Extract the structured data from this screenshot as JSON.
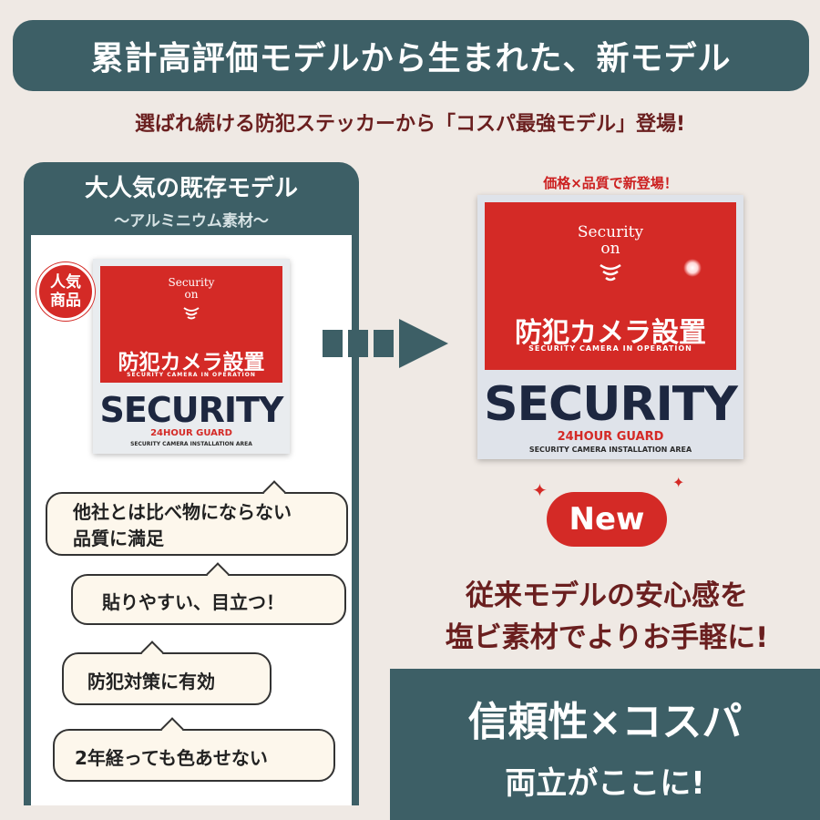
{
  "banner": {
    "title": "累計高評価モデルから生まれた、新モデル"
  },
  "subline": "選ばれ続ける防犯ステッカーから「コスパ最強モデル」登場!",
  "left_panel": {
    "title": "大人気の既存モデル",
    "subtitle": "～アルミニウム素材～",
    "badge": {
      "line1": "人気",
      "line2": "商品"
    }
  },
  "sticker": {
    "security_on_line1": "Security",
    "security_on_line2": "on",
    "jp_title": "防犯カメラ設置",
    "en_subtitle": "SECURITY CAMERA IN OPERATION",
    "big": "SECURITY",
    "guard": "24HOUR GUARD",
    "area": "SECURITY CAMERA INSTALLATION AREA"
  },
  "bubbles": [
    {
      "line1": "他社とは比べ物にならない",
      "line2": "品質に満足"
    },
    {
      "line1": "貼りやすい、目立つ！"
    },
    {
      "line1": "防犯対策に有効"
    },
    {
      "line1": "2年経っても色あせない"
    }
  ],
  "right": {
    "price_note": "価格×品質で新登場！",
    "new_label": "New",
    "text_line1": "従来モデルの安心感を",
    "text_line2": "塩ビ素材でよりお手軽に!"
  },
  "cta": {
    "line1": "信頼性×コスパ",
    "line2": "両立がここに!"
  },
  "colors": {
    "panel": "#3d5f66",
    "red": "#d42a26",
    "dark_text": "#6a1f1f",
    "background": "#efe9e4"
  }
}
